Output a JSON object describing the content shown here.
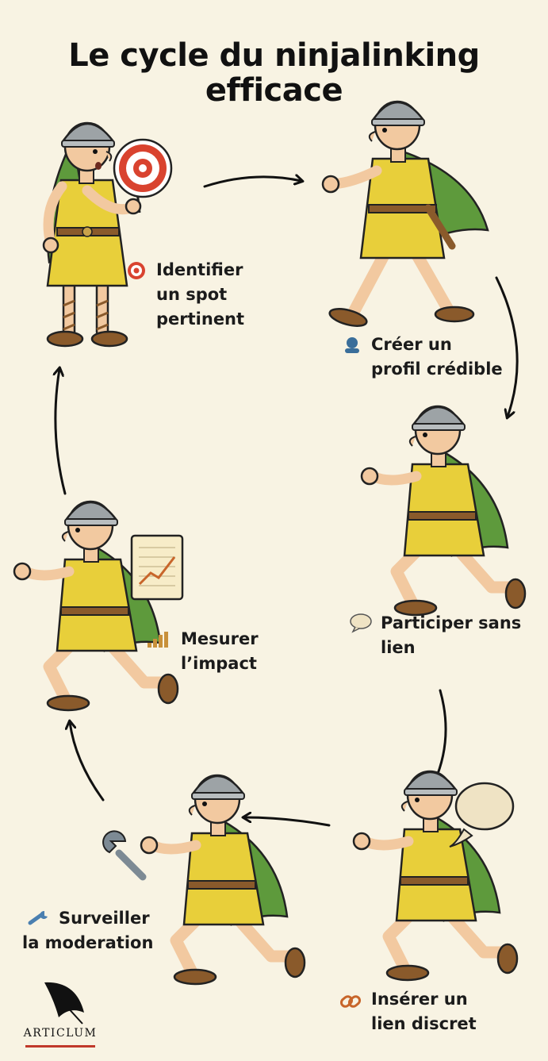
{
  "title": {
    "line1": "Le cycle du ninjalinking",
    "line2": "efficace"
  },
  "steps": [
    {
      "icon": "target-icon",
      "lines": [
        "Identifier",
        "un spot",
        "pertinent"
      ]
    },
    {
      "icon": "user-profile-icon",
      "lines": [
        "Créer un",
        "profil crédible"
      ]
    },
    {
      "icon": "speech-bubble-icon",
      "lines": [
        "Participer sans",
        "lien"
      ]
    },
    {
      "icon": "chain-link-icon",
      "lines": [
        "Insérer un",
        "lien discret"
      ]
    },
    {
      "icon": "wrench-icon",
      "lines": [
        "Surveiller",
        "la moderation"
      ]
    },
    {
      "icon": "bar-chart-icon",
      "lines": [
        "Mesurer",
        "l’impact"
      ]
    }
  ],
  "logo": {
    "text": "ARTICLUM"
  },
  "colors": {
    "background": "#f8f3e3",
    "tunic": "#e8cf3a",
    "cape": "#5e9a3c",
    "helmet": "#9da3a6",
    "skin": "#f2c9a0",
    "sandal": "#8a5a2b",
    "target_red": "#d9432f",
    "logo_red": "#c0392b"
  }
}
